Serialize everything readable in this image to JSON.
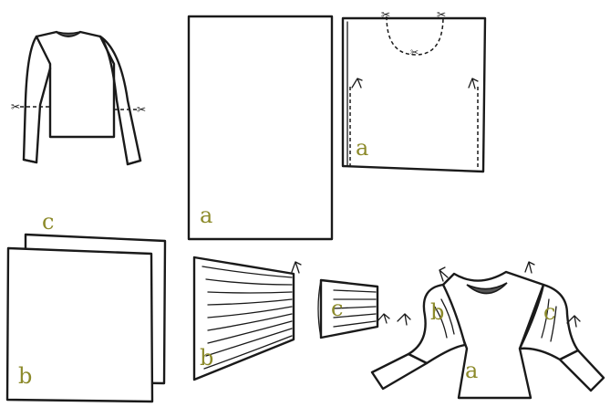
{
  "labels": {
    "piece_a_large": "a",
    "piece_a_folded": "a",
    "piece_c_back_sheet": "c",
    "piece_b_front_sheet": "b",
    "piece_b_gathered": "b",
    "piece_c_gathered": "c",
    "final_b": "b",
    "final_c": "c",
    "final_a": "a"
  },
  "colors": {
    "label": "#8c8a2a",
    "ink": "#1a1a1a",
    "background": "#ffffff"
  },
  "icons": [
    "scissors-icon",
    "pin-icon"
  ]
}
